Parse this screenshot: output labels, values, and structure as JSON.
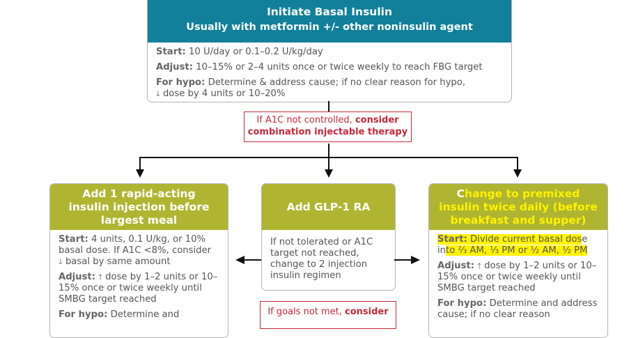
{
  "top": {
    "title": "Initiate Basal Insulin",
    "subtitle": "Usually with metformin +/- other noninsulin agent",
    "start_label": "Start:",
    "start_text": "10 U/day or 0.1–0.2 U/kg/day",
    "adjust_label": "Adjust:",
    "adjust_text": "10–15% or 2–4 units once or twice weekly to reach FBG target",
    "hypo_label": "For hypo:",
    "hypo_text": "Determine & address cause; if no clear reason for hypo,",
    "hypo_text2": "dose by 4 units or 10–20%",
    "down_arrow": "🡓"
  },
  "decision1": {
    "text": "If A1C not controlled,",
    "bold": "consider",
    "bold2": "combination injectable therapy"
  },
  "left": {
    "title": "Add 1 rapid-acting insulin injection before largest meal",
    "start_label": "Start:",
    "start_text": "4 units, 0.1 U/kg, or 10% basal dose. If A1C <8%, consider",
    "start_text2": "basal by same amount",
    "adjust_label": "Adjust:",
    "adjust_text": "dose by 1–2 units or 10–15% once or twice weekly until SMBG target reached",
    "hypo_label": "For hypo:",
    "hypo_text": "Determine and",
    "up_arrow": "🡑",
    "down_arrow": "🡓"
  },
  "middle": {
    "title": "Add GLP-1 RA",
    "text": "If not tolerated or A1C target not reached, change to 2 injection insulin regimen"
  },
  "decision2": {
    "text": "If goals not met,",
    "bold": "consider"
  },
  "right": {
    "title_first": "C",
    "title_rest": "hange to premixed",
    "title2": "insulin twice daily (before breakfast and supper)",
    "start_label": "Start:",
    "start_text": "Divide current basal dos",
    "start_e": "e",
    "start_in": "in",
    "start_text2": "to ⅔ AM, ⅓ PM or ½ AM, ½ PM",
    "adjust_label": "Adjust:",
    "adjust_text": "dose by 1–2 units or 10–15% once or twice weekly until SMBG target reached",
    "hypo_label": "For hypo:",
    "hypo_text": "Determine and address cause; if no clear reason",
    "up_arrow": "🡑"
  }
}
